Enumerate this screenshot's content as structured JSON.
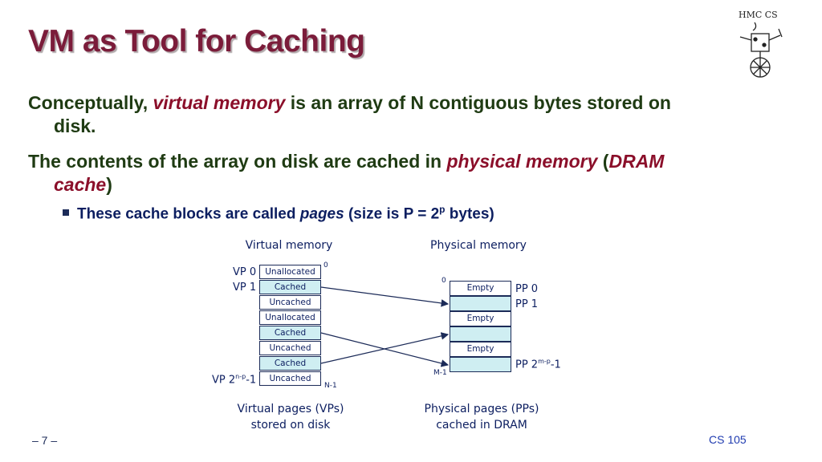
{
  "slide": {
    "title": "VM as Tool for Caching",
    "bullet1": {
      "pre": "Conceptually, ",
      "em": "virtual memory",
      "post": " is an array of N contiguous bytes stored on",
      "cont": "disk."
    },
    "bullet2": {
      "pre": "The contents of the array on disk are cached in ",
      "em1": "physical memory",
      "mid": " (",
      "em2": "DRAM",
      "em3": "cache",
      "end": ")"
    },
    "sub": {
      "pre": "These cache blocks are called ",
      "em": "pages",
      "mid": " (size is P = 2",
      "sup": "p",
      "end": " bytes)"
    },
    "page_number": "– 7 –",
    "course": "CS 105"
  },
  "diagram": {
    "virtual_header": "Virtual memory",
    "physical_header": "Physical memory",
    "virtual_cells": [
      "Unallocated",
      "Cached",
      "Uncached",
      "Unallocated",
      "Cached",
      "Uncached",
      "Cached",
      "Uncached"
    ],
    "virtual_cached_flags": [
      false,
      true,
      false,
      false,
      true,
      false,
      true,
      false
    ],
    "vp_labels": {
      "vp0": "VP 0",
      "vp1": "VP 1",
      "vplast_pre": "VP 2",
      "vplast_sup": "n-p",
      "vplast_post": "-1"
    },
    "v_top_index": "0",
    "v_bottom_index": "N-1",
    "physical_cells": [
      "Empty",
      "",
      "Empty",
      "",
      "Empty",
      ""
    ],
    "physical_cached_flags": [
      false,
      true,
      false,
      true,
      false,
      true
    ],
    "pp_labels": {
      "pp0": "PP 0",
      "pp1": "PP 1",
      "pplast_pre": "PP 2",
      "pplast_sup": "m-p",
      "pplast_post": "-1"
    },
    "p_top_index": "0",
    "p_bottom_index": "M-1",
    "virtual_caption_1": "Virtual pages (VPs)",
    "virtual_caption_2": "stored on disk",
    "physical_caption_1": "Physical pages (PPs)",
    "physical_caption_2": "cached in DRAM",
    "logo_text": "HMC CS"
  },
  "colors": {
    "title": "#7b1c3a",
    "body_text": "#1f3b13",
    "highlight": "#8b0f2a",
    "diagram_text": "#0c1e60",
    "cached_fill": "#cfeef2"
  }
}
